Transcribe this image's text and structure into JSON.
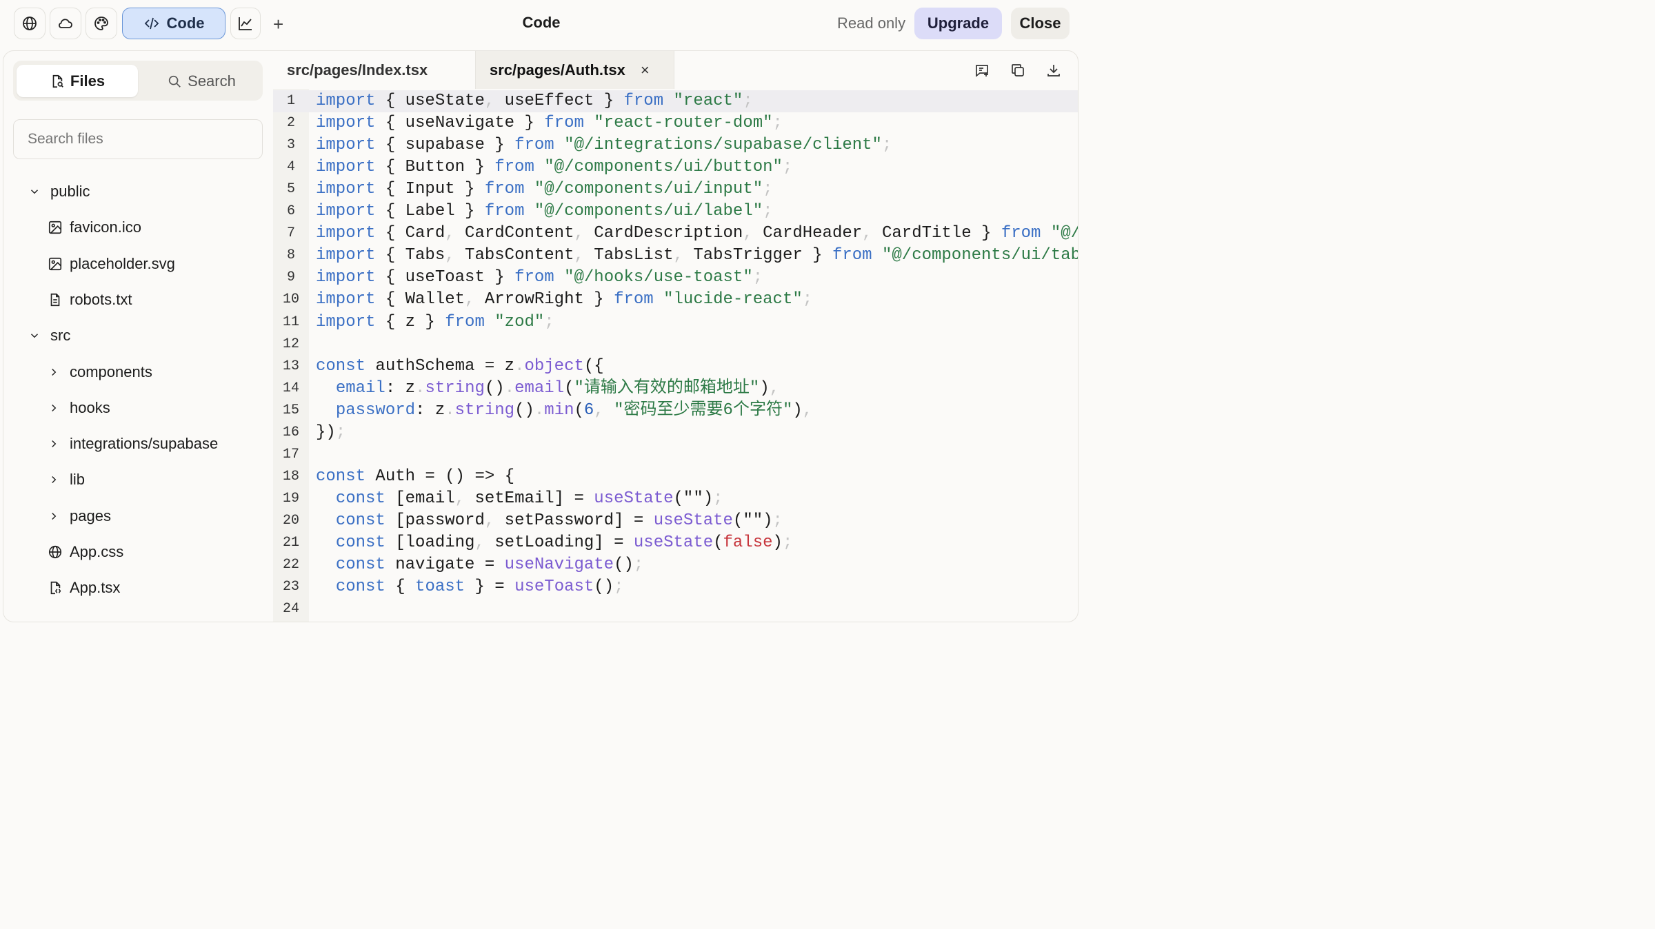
{
  "topbar": {
    "code_label": "Code",
    "title": "Code",
    "read_only": "Read only",
    "upgrade": "Upgrade",
    "close": "Close",
    "plus": "+"
  },
  "sidebar": {
    "files_tab": "Files",
    "search_tab": "Search",
    "search_placeholder": "Search files",
    "tree": [
      {
        "label": "public",
        "kind": "folder-open",
        "depth": 0
      },
      {
        "label": "favicon.ico",
        "kind": "image",
        "depth": 1
      },
      {
        "label": "placeholder.svg",
        "kind": "image",
        "depth": 1
      },
      {
        "label": "robots.txt",
        "kind": "text",
        "depth": 1
      },
      {
        "label": "src",
        "kind": "folder-open",
        "depth": 0
      },
      {
        "label": "components",
        "kind": "folder",
        "depth": 1
      },
      {
        "label": "hooks",
        "kind": "folder",
        "depth": 1
      },
      {
        "label": "integrations/supabase",
        "kind": "folder",
        "depth": 1
      },
      {
        "label": "lib",
        "kind": "folder",
        "depth": 1
      },
      {
        "label": "pages",
        "kind": "folder",
        "depth": 1
      },
      {
        "label": "App.css",
        "kind": "globe",
        "depth": 1
      },
      {
        "label": "App.tsx",
        "kind": "code",
        "depth": 1
      }
    ]
  },
  "editor": {
    "tabs": [
      {
        "label": "src/pages/Index.tsx",
        "active": false
      },
      {
        "label": "src/pages/Auth.tsx",
        "active": true
      }
    ],
    "tab_close": "×",
    "active_line": 1,
    "lines": [
      [
        [
          "kw",
          "import"
        ],
        [
          "t",
          " { useState"
        ],
        [
          "p",
          ","
        ],
        [
          "t",
          " useEffect } "
        ],
        [
          "kw",
          "from"
        ],
        [
          "t",
          " "
        ],
        [
          "str",
          "\"react\""
        ],
        [
          "p",
          ";"
        ]
      ],
      [
        [
          "kw",
          "import"
        ],
        [
          "t",
          " { useNavigate } "
        ],
        [
          "kw",
          "from"
        ],
        [
          "t",
          " "
        ],
        [
          "str",
          "\"react-router-dom\""
        ],
        [
          "p",
          ";"
        ]
      ],
      [
        [
          "kw",
          "import"
        ],
        [
          "t",
          " { supabase } "
        ],
        [
          "kw",
          "from"
        ],
        [
          "t",
          " "
        ],
        [
          "str",
          "\"@/integrations/supabase/client\""
        ],
        [
          "p",
          ";"
        ]
      ],
      [
        [
          "kw",
          "import"
        ],
        [
          "t",
          " { Button } "
        ],
        [
          "kw",
          "from"
        ],
        [
          "t",
          " "
        ],
        [
          "str",
          "\"@/components/ui/button\""
        ],
        [
          "p",
          ";"
        ]
      ],
      [
        [
          "kw",
          "import"
        ],
        [
          "t",
          " { Input } "
        ],
        [
          "kw",
          "from"
        ],
        [
          "t",
          " "
        ],
        [
          "str",
          "\"@/components/ui/input\""
        ],
        [
          "p",
          ";"
        ]
      ],
      [
        [
          "kw",
          "import"
        ],
        [
          "t",
          " { Label } "
        ],
        [
          "kw",
          "from"
        ],
        [
          "t",
          " "
        ],
        [
          "str",
          "\"@/components/ui/label\""
        ],
        [
          "p",
          ";"
        ]
      ],
      [
        [
          "kw",
          "import"
        ],
        [
          "t",
          " { Card"
        ],
        [
          "p",
          ","
        ],
        [
          "t",
          " CardContent"
        ],
        [
          "p",
          ","
        ],
        [
          "t",
          " CardDescription"
        ],
        [
          "p",
          ","
        ],
        [
          "t",
          " CardHeader"
        ],
        [
          "p",
          ","
        ],
        [
          "t",
          " CardTitle } "
        ],
        [
          "kw",
          "from"
        ],
        [
          "t",
          " "
        ],
        [
          "str",
          "\"@/comp"
        ]
      ],
      [
        [
          "kw",
          "import"
        ],
        [
          "t",
          " { Tabs"
        ],
        [
          "p",
          ","
        ],
        [
          "t",
          " TabsContent"
        ],
        [
          "p",
          ","
        ],
        [
          "t",
          " TabsList"
        ],
        [
          "p",
          ","
        ],
        [
          "t",
          " TabsTrigger } "
        ],
        [
          "kw",
          "from"
        ],
        [
          "t",
          " "
        ],
        [
          "str",
          "\"@/components/ui/tabs\""
        ],
        [
          "p",
          ";"
        ]
      ],
      [
        [
          "kw",
          "import"
        ],
        [
          "t",
          " { useToast } "
        ],
        [
          "kw",
          "from"
        ],
        [
          "t",
          " "
        ],
        [
          "str",
          "\"@/hooks/use-toast\""
        ],
        [
          "p",
          ";"
        ]
      ],
      [
        [
          "kw",
          "import"
        ],
        [
          "t",
          " { Wallet"
        ],
        [
          "p",
          ","
        ],
        [
          "t",
          " ArrowRight } "
        ],
        [
          "kw",
          "from"
        ],
        [
          "t",
          " "
        ],
        [
          "str",
          "\"lucide-react\""
        ],
        [
          "p",
          ";"
        ]
      ],
      [
        [
          "kw",
          "import"
        ],
        [
          "t",
          " { z } "
        ],
        [
          "kw",
          "from"
        ],
        [
          "t",
          " "
        ],
        [
          "str",
          "\"zod\""
        ],
        [
          "p",
          ";"
        ]
      ],
      [],
      [
        [
          "kw",
          "const"
        ],
        [
          "t",
          " authSchema = z"
        ],
        [
          "p",
          "."
        ],
        [
          "fn",
          "object"
        ],
        [
          "t",
          "({"
        ]
      ],
      [
        [
          "t",
          "  "
        ],
        [
          "kw",
          "email"
        ],
        [
          "t",
          ": z"
        ],
        [
          "p",
          "."
        ],
        [
          "fn",
          "string"
        ],
        [
          "t",
          "()"
        ],
        [
          "p",
          "."
        ],
        [
          "fn",
          "email"
        ],
        [
          "t",
          "("
        ],
        [
          "str",
          "\"请输入有效的邮箱地址\""
        ],
        [
          "t",
          ")"
        ],
        [
          "p",
          ","
        ]
      ],
      [
        [
          "t",
          "  "
        ],
        [
          "kw",
          "password"
        ],
        [
          "t",
          ": z"
        ],
        [
          "p",
          "."
        ],
        [
          "fn",
          "string"
        ],
        [
          "t",
          "()"
        ],
        [
          "p",
          "."
        ],
        [
          "fn",
          "min"
        ],
        [
          "t",
          "("
        ],
        [
          "num",
          "6"
        ],
        [
          "p",
          ","
        ],
        [
          "t",
          " "
        ],
        [
          "str",
          "\"密码至少需要6个字符\""
        ],
        [
          "t",
          ")"
        ],
        [
          "p",
          ","
        ]
      ],
      [
        [
          "t",
          "})"
        ],
        [
          "p",
          ";"
        ]
      ],
      [],
      [
        [
          "kw",
          "const"
        ],
        [
          "t",
          " Auth = () => {"
        ]
      ],
      [
        [
          "t",
          "  "
        ],
        [
          "kw",
          "const"
        ],
        [
          "t",
          " [email"
        ],
        [
          "p",
          ","
        ],
        [
          "t",
          " setEmail] = "
        ],
        [
          "fn",
          "useState"
        ],
        [
          "t",
          "(\"\")"
        ],
        [
          "p",
          ";"
        ]
      ],
      [
        [
          "t",
          "  "
        ],
        [
          "kw",
          "const"
        ],
        [
          "t",
          " [password"
        ],
        [
          "p",
          ","
        ],
        [
          "t",
          " setPassword] = "
        ],
        [
          "fn",
          "useState"
        ],
        [
          "t",
          "(\"\")"
        ],
        [
          "p",
          ";"
        ]
      ],
      [
        [
          "t",
          "  "
        ],
        [
          "kw",
          "const"
        ],
        [
          "t",
          " [loading"
        ],
        [
          "p",
          ","
        ],
        [
          "t",
          " setLoading] = "
        ],
        [
          "fn",
          "useState"
        ],
        [
          "t",
          "("
        ],
        [
          "bool",
          "false"
        ],
        [
          "t",
          ")"
        ],
        [
          "p",
          ";"
        ]
      ],
      [
        [
          "t",
          "  "
        ],
        [
          "kw",
          "const"
        ],
        [
          "t",
          " navigate = "
        ],
        [
          "fn",
          "useNavigate"
        ],
        [
          "t",
          "()"
        ],
        [
          "p",
          ";"
        ]
      ],
      [
        [
          "t",
          "  "
        ],
        [
          "kw",
          "const"
        ],
        [
          "t",
          " { "
        ],
        [
          "kw",
          "toast"
        ],
        [
          "t",
          " } = "
        ],
        [
          "fn",
          "useToast"
        ],
        [
          "t",
          "()"
        ],
        [
          "p",
          ";"
        ]
      ],
      []
    ]
  }
}
